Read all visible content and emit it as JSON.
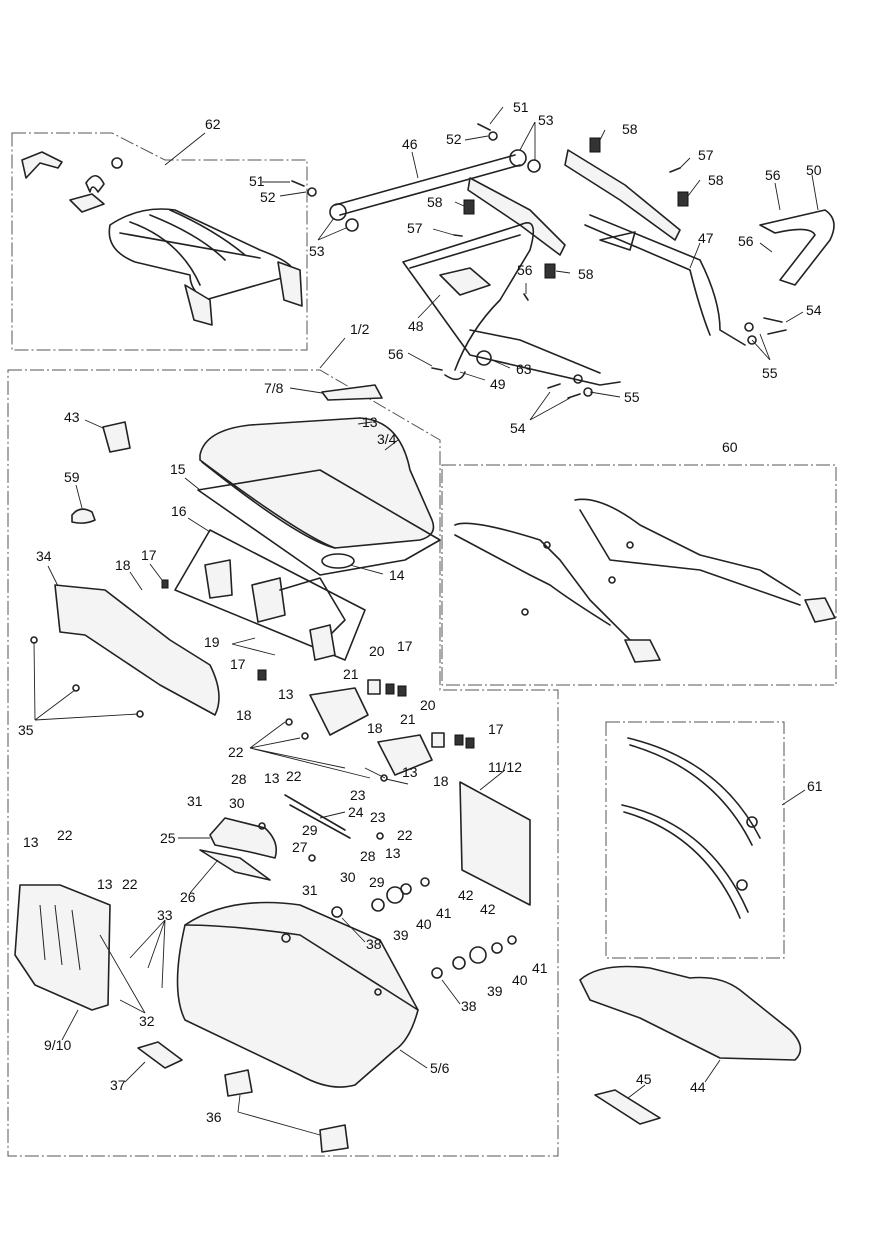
{
  "callouts": [
    "1/2",
    "3/4",
    "5/6",
    "7/8",
    "9/10",
    "11/12",
    "13",
    "14",
    "15",
    "16",
    "17",
    "18",
    "19",
    "20",
    "21",
    "22",
    "23",
    "24",
    "25",
    "26",
    "27",
    "28",
    "29",
    "30",
    "31",
    "32",
    "33",
    "34",
    "35",
    "36",
    "37",
    "38",
    "39",
    "40",
    "41",
    "42",
    "43",
    "44",
    "45",
    "46",
    "47",
    "48",
    "49",
    "50",
    "51",
    "52",
    "53",
    "54",
    "55",
    "56",
    "57",
    "58",
    "59",
    "60",
    "61",
    "62",
    "63"
  ],
  "labels": {
    "c1_2": "1/2",
    "c3_4": "3/4",
    "c5_6": "5/6",
    "c7_8": "7/8",
    "c9_10": "9/10",
    "c11_12": "11/12",
    "c13": "13",
    "c14": "14",
    "c15": "15",
    "c16": "16",
    "c17": "17",
    "c18": "18",
    "c19": "19",
    "c20": "20",
    "c21": "21",
    "c22": "22",
    "c23": "23",
    "c24": "24",
    "c25": "25",
    "c26": "26",
    "c27": "27",
    "c28": "28",
    "c29": "29",
    "c30": "30",
    "c31": "31",
    "c32": "32",
    "c33": "33",
    "c34": "34",
    "c35": "35",
    "c36": "36",
    "c37": "37",
    "c38": "38",
    "c39": "39",
    "c40": "40",
    "c41": "41",
    "c42": "42",
    "c43": "43",
    "c44": "44",
    "c45": "45",
    "c46": "46",
    "c47": "47",
    "c48": "48",
    "c49": "49",
    "c50": "50",
    "c51": "51",
    "c52": "52",
    "c53": "53",
    "c54": "54",
    "c55": "55",
    "c56": "56",
    "c57": "57",
    "c58": "58",
    "c59": "59",
    "c60": "60",
    "c61": "61",
    "c62": "62",
    "c63": "63"
  }
}
